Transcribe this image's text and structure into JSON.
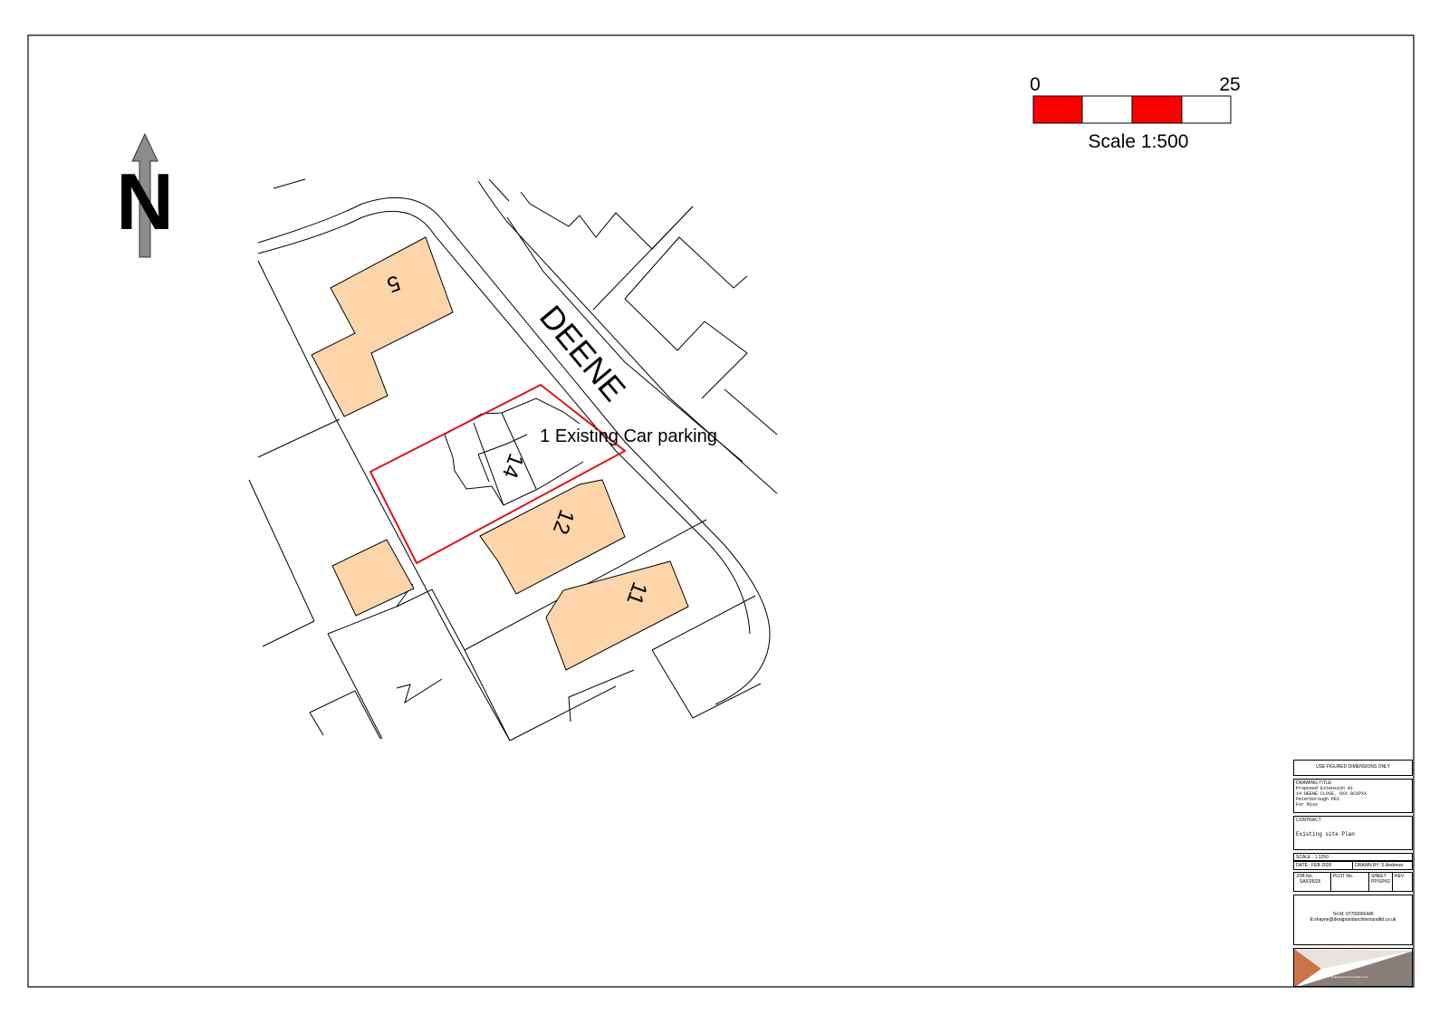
{
  "north": {
    "letter": "N"
  },
  "scale_bar": {
    "start_label": "0",
    "end_label": "25",
    "caption": "Scale 1:500",
    "accent_color": "#ff0000"
  },
  "street": {
    "name": "DEENE"
  },
  "annotation": {
    "parking": "1 Existing Car parking"
  },
  "plots": {
    "p5": "5",
    "p14": "14",
    "p12": "12",
    "p11": "11"
  },
  "colors": {
    "building_fill": "#fcd5aa",
    "site_boundary": "#d9141a",
    "line": "#000000"
  },
  "title_block": {
    "header": "USE FIGURED DIMENSIONS ONLY",
    "drawing_title_label": "DRAWING TITLE:",
    "drawing_title_lines": [
      "Proposed Extension At",
      "14 DEENE CLOSE,      OXX 0CXPXX",
      "Peterborough PEX",
      "For Miss"
    ],
    "contract_label": "CONTRACT",
    "contract_value": "Existing site Plan",
    "scale_text": "SCALE : 1:1250",
    "date_text": "DATE : FEB 2026",
    "drawn_by_text": "DRAWN BY: S.Andrews",
    "job_label": "JOB No.",
    "job_value": "SA/026/26",
    "plot_label": "PLOT No.",
    "sheet_label": "SHEET",
    "sheet_value": "PP/SP/02",
    "rev_label": "REV",
    "tel": "Tel M: 07700900446",
    "email": "E:shayne@designandarchitecturalltd.co.uk",
    "logo_text": "designandarchitecturalltd.co.uk"
  }
}
